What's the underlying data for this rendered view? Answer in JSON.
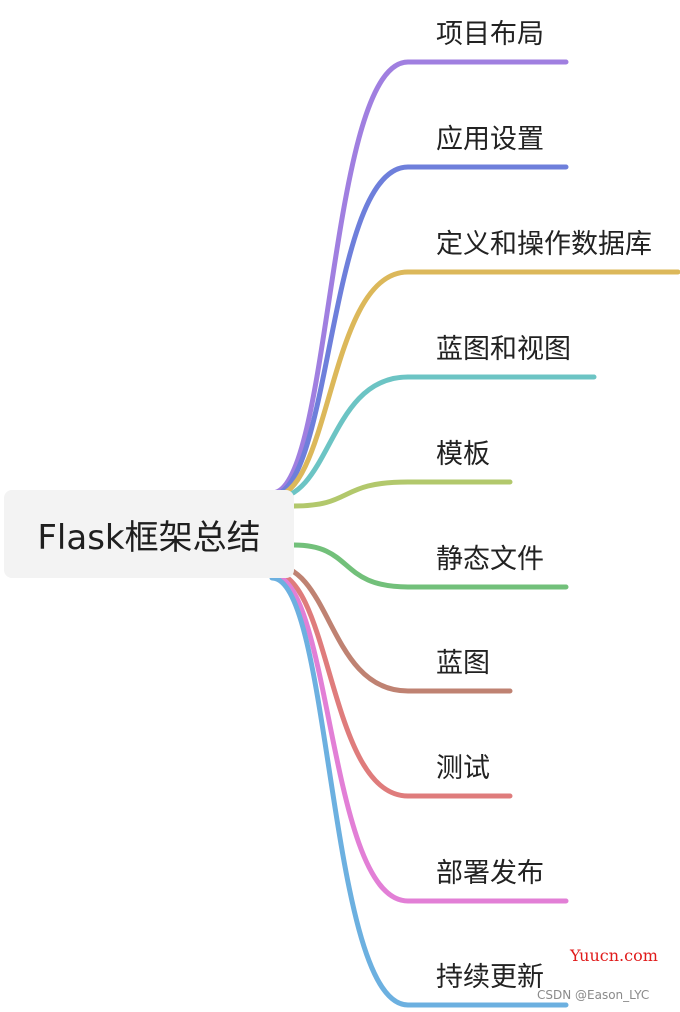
{
  "root": {
    "label": "Flask框架总结"
  },
  "branches": [
    {
      "label": "项目布局",
      "color": "#a07fe0"
    },
    {
      "label": "应用设置",
      "color": "#6e7fdb"
    },
    {
      "label": "定义和操作数据库",
      "color": "#dcb85a"
    },
    {
      "label": "蓝图和视图",
      "color": "#6cc4c4"
    },
    {
      "label": "模板",
      "color": "#b2c86c"
    },
    {
      "label": "静态文件",
      "color": "#72c07a"
    },
    {
      "label": "蓝图",
      "color": "#bf8272"
    },
    {
      "label": "测试",
      "color": "#df7c7c"
    },
    {
      "label": "部署发布",
      "color": "#e27fd6"
    },
    {
      "label": "持续更新",
      "color": "#6cb0e0"
    }
  ],
  "watermarks": {
    "site": "Yuucn.com",
    "author": "CSDN @Eason_LYC"
  }
}
